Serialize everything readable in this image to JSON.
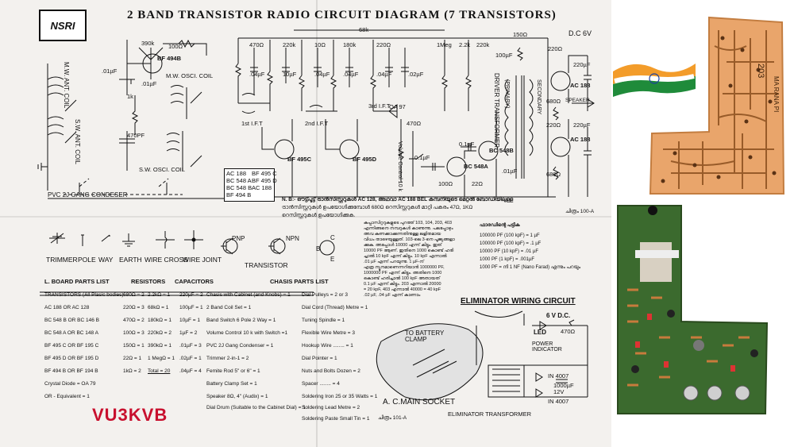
{
  "header": {
    "logo": "NSRI",
    "title": "2 BAND TRANSISTOR RADIO CIRCUIT DIAGRAM (7 TRANSISTORS)"
  },
  "schematic_labels": {
    "r390k": "390k",
    "r100a": "100Ω",
    "q_bf494b": "BF 494B",
    "c01a": ".01µF",
    "c01b": ".01µF",
    "r1k": "1k",
    "mw_osc": "M.W. OSCI. COIL",
    "mw_ant": "M.W. ANT. COIL",
    "sw_ant": "S.W. ANT. COIL",
    "c470pf": "470PF",
    "sw_osc": "S.W. OSCI. COIL",
    "gang": "PVC 2J GANG CONDESER",
    "r470a": "470Ω",
    "c04a": ".04µF",
    "r220k_a": "220k",
    "c10u_a": "10µF",
    "r10": "10Ω",
    "c04b": ".04µF",
    "r68k": "68k",
    "r180k": "180k",
    "c04c": ".04µF",
    "r220b": "220Ω",
    "c04d": ".04µF",
    "c02": ".02µF",
    "r1meg": "1Meg",
    "r22k": "2.2k",
    "r220k_b": "220k",
    "r150": "150Ω",
    "dc6v": "D.C 6V",
    "c100u": "100µF",
    "r220c": "220Ω",
    "c220u_a": "220µF",
    "ift1": "1st I.F.T",
    "ift2": "2nd I.F.T",
    "ift3": "3rd I.F.T",
    "oa97": "OA 97",
    "r470b": "470Ω",
    "bf495c": "BF 495C",
    "bf495d": "BF 495D",
    "volume": "Volume Control 10 k",
    "c01u_a": "0.1µF",
    "c01u_b": "0.1µF",
    "bc548a": "BC 548A",
    "bc548b": "BC 548B",
    "r100b": "100Ω",
    "r22": "22Ω",
    "c01c": ".01µF",
    "driver": "DRIVER TRANSFORMER",
    "primary": "(PRIMARY)",
    "secondary": "SECONDARY",
    "ac188a": "AC 188",
    "ac188b": "AC 188",
    "r680a": "680Ω",
    "r680b": "680Ω",
    "r220d": "220Ω",
    "speaker": "SPEAKER",
    "c220u_b": "220µF"
  },
  "parts_box": {
    "c1a": "AC 188",
    "c1b": "BC 548 A",
    "c1c": "BC 548 B",
    "c1d": "BF 494 B",
    "c2a": "BF 495 C",
    "c2b": "BF 495 D",
    "c2c": "AC 188"
  },
  "note": {
    "line1": "N. B:- ഔട്ട്പുട്ട് ട്രാൻസിസ്റ്ററുകൾ AC 128, അഥവാ AC 188 BEL കമ്പനിയുടെ മെറ്റൽ ബോഡിയിലുള്ള",
    "line2": "ട്രാൻസിസ്റ്ററുകൾ ഉപയോഗിക്കുമ്പോൾ 680Ω റെസിസ്റ്ററുകൾ മാറ്റി പകരം 47Ω, 1KΩ",
    "line3": "റെസിസ്റ്ററുകൾ ഉപയോഗിക്കുക.",
    "figure": "ചിത്രം 100-A"
  },
  "legend": {
    "trimmer": "TRIMMER",
    "pole": "POLE",
    "way": "WAY",
    "earth": "EARTH",
    "wire_cross": "WIRE CROSS",
    "wire_joint": "WIRE JOINT",
    "transistor": "TRANSISTOR",
    "pnp": "PNP",
    "npn": "NPN",
    "b": "B",
    "c": "C",
    "e": "E"
  },
  "cap_notes_left": {
    "l1": "കപ്പാസിറ്ററുകളുടെ പുറത്ത് 103, 104, 203, 403",
    "l2": "എന്നിങ്ങനെ നമ്പറുകൾ കാണുന്നു. പലപ്പോഴും",
    "l3": "അവ കണക്കാക്കുന്നതിനുള്ള ലളിതമായ",
    "l4": "വിധം താഴെയുള്ളത്. 103-ലെ 3-നെ പൂജ്യങ്ങളാ",
    "l5": "ക്കുക. അപ്പോൾ 10000 എന്ന് കിട്ടും. ഇത്",
    "l6": "10000 PF ആണ്. ഇതിനെ 1000 കൊണ്ട് ഹരി",
    "l7": "ച്ചാൽ 10 kpF എന്ന് കിട്ടും. 10 kpF എന്നാൽ",
    "l8": ".01 µF എന്ന് പറയുന്നു. 1 µF-ന്",
    "l9": "എത്ര ന്യൂനമാണെന്നറിയാൻ 1000000 PF,",
    "l10": "1000000 PF എന്ന് കിട്ടും. അതിനെ 1000",
    "l11": "കൊണ്ട് ഹരിച്ചാൽ 100 kpF അതായത്",
    "l12": "0.1 µF എന്ന് കിട്ടും. 203 എന്നാൽ 20000",
    "l13": "= 20 kpF, 403 എന്നാൽ 40000 = 40 kpF",
    "l14": ".02 µF, .04 µF എന്ന് കാണാം"
  },
  "cap_notes_right": {
    "head": "ഫാരഡിന്റെ പട്ടിക",
    "r1": "100000 PF (100 kpF) = 1 µF",
    "r2": "100000 PF (100 kpF) = .1 µF",
    "r3": "10000 PF (10 kpF) = .01 µF",
    "r4": "1000 PF (1 kpF) = .001µF",
    "r5": "1000 PF = നി 1 NF (Nano Farad) എന്നും പറയും"
  },
  "lboard": {
    "header": "L. BOARD PARTS LIST",
    "rows": [
      "TRANSISTORS (All Plasic bodies)",
      "AC 188   OR   AC 128",
      "BC 548 B   OR   BC 146   B",
      "BC 548 A   OR   BC 148   A",
      "BF 495 C   OR   BF 195   C",
      "BF 495 D   OR   BF 195   D",
      "BF 494 B   OR   BF 194   B",
      "Crystal Diode = OA 79",
      "OR - Equivalent = 1"
    ]
  },
  "resistors": {
    "header": "RESISTORS",
    "rows": [
      "680Ω = 2",
      "220Ω = 3",
      "470Ω = 2",
      "100Ω = 3",
      "150Ω = 1",
      "22Ω = 1",
      "1kΩ = 2"
    ],
    "rows2": [
      "2.2kΩ = 1",
      "68kΩ = 1",
      "180kΩ = 1",
      "220kΩ = 2",
      "390kΩ = 1",
      "1 MegΩ = 1",
      "Total = 20"
    ]
  },
  "capacitors": {
    "header": "CAPACITORS",
    "rows": [
      "220µF = 2",
      "100µF = 1",
      "10µF = 1",
      "1µF = 2",
      ".01µF = 3",
      ".02µF = 1",
      ".04µF = 4"
    ]
  },
  "chassis": {
    "header": "CHASIS PARTS LIST",
    "rows": [
      "Chasis with Cabinet (and Knobs) = 1",
      "2 Band Coil Set = 1",
      "Band Switch 6 Pole 2 Way = 1",
      "Volume Control 10 k with Switch =1",
      "PVC 2J Gang Condenser = 1",
      "Trimmer 2-in-1 = 2",
      "Femite Rod 5\" or 6\" = 1",
      "Battery Clamp Set = 1",
      "Speaker 8Ω, 4\" (Audix) = 1",
      "Dial Drum (Suitable to the Cabinet Dial) = 1"
    ]
  },
  "misc": {
    "rows": [
      "Dial Pulleys = 2 or 3",
      "Dial Cord (Thread) Metre = 1",
      "Tuning Spindle = 1",
      "Flexible Wire Metre = 3",
      "Hookup Wire ........ = 1",
      "Dial Pointer = 1",
      "Nuts and Bolts Dozen = 2",
      "Spacer ........ = 4",
      "Soldering Iron 25 or 35 Watts = 1",
      "Soldering Lead Metre = 2",
      "Soldering Paste Small Tin = 1"
    ]
  },
  "eliminator": {
    "title": "ELIMINATOR WIRING CIRCUIT",
    "to_battery": "TO BATTERY CLAMP",
    "ac_socket": "A. C.MAIN SOCKET",
    "transformer": "ELIMINATOR TRANSFORMER",
    "figure": "ചിത്രം 101-A",
    "vdc": "6 V D.C.",
    "led": "LED",
    "r470": "470Ω",
    "power": "POWER INDICATOR",
    "d1": "IN 4007",
    "d2": "IN 4007",
    "cap": "1000µF 12V"
  },
  "pcb": {
    "label1": "203",
    "label2": "MA RANA PI"
  },
  "watermark": "VU3KVB",
  "colors": {
    "saffron": "#f39c2a",
    "green": "#1f8b3a",
    "chakra": "#1c3f9e",
    "pcb_copper": "#e9a56b",
    "pcb_green": "#3b6a2e",
    "callsign": "#c8102e"
  }
}
